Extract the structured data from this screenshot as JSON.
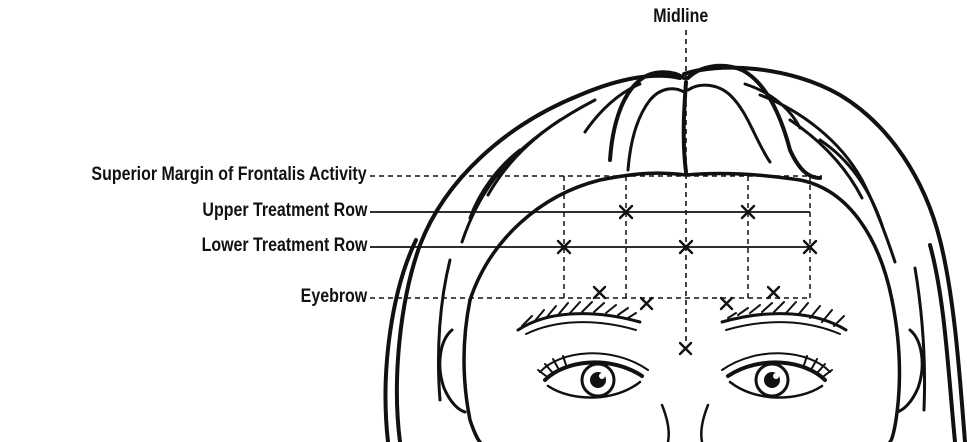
{
  "labels": {
    "midline": "Midline",
    "superior_margin": "Superior Margin of Frontalis Activity",
    "upper_row": "Upper Treatment Row",
    "lower_row": "Lower Treatment Row",
    "eyebrow": "Eyebrow"
  },
  "injection_points": {
    "upper_row_count": 2,
    "lower_row_count": 3,
    "brow_area_count": 4,
    "midline_glabella_count": 1
  },
  "colors": {
    "ink": "#111111",
    "background": "#ffffff"
  }
}
